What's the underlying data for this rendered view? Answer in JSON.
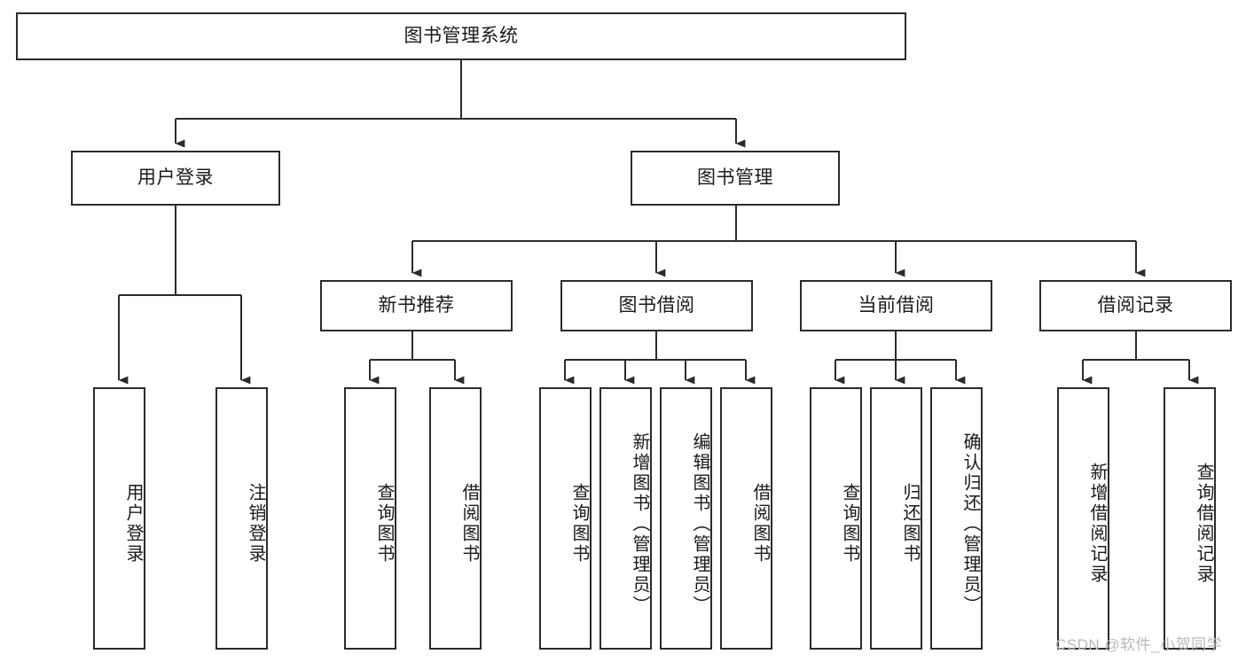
{
  "diagram": {
    "type": "tree",
    "title": "图书管理系统",
    "colors": {
      "box_border": "#2b2b2b",
      "box_fill": "#ffffff",
      "edge": "#2b2b2b",
      "text": "#1a1a1a",
      "watermark": "#b9b9b9",
      "background": "#ffffff"
    },
    "levels": {
      "root": {
        "label": "图书管理系统"
      },
      "level2": [
        {
          "id": "user-login",
          "label": "用户登录"
        },
        {
          "id": "book-manage",
          "label": "图书管理"
        }
      ],
      "level3": [
        {
          "id": "new-book-recommend",
          "label": "新书推荐",
          "parent": "book-manage"
        },
        {
          "id": "book-borrow",
          "label": "图书借阅",
          "parent": "book-manage"
        },
        {
          "id": "current-borrow",
          "label": "当前借阅",
          "parent": "book-manage"
        },
        {
          "id": "borrow-record",
          "label": "借阅记录",
          "parent": "book-manage"
        }
      ],
      "leaves": [
        {
          "id": "leaf-user-login",
          "label": "用户登录",
          "parent": "user-login"
        },
        {
          "id": "leaf-user-logout",
          "label": "注销登录",
          "parent": "user-login"
        },
        {
          "id": "leaf-query-book-1",
          "label": "查询图书",
          "parent": "new-book-recommend"
        },
        {
          "id": "leaf-borrow-book-1",
          "label": "借阅图书",
          "parent": "new-book-recommend"
        },
        {
          "id": "leaf-query-book-2",
          "label": "查询图书",
          "parent": "book-borrow"
        },
        {
          "id": "leaf-add-book",
          "label": "新增图书（管理员）",
          "parent": "book-borrow"
        },
        {
          "id": "leaf-edit-book",
          "label": "编辑图书（管理员）",
          "parent": "book-borrow"
        },
        {
          "id": "leaf-borrow-book-2",
          "label": "借阅图书",
          "parent": "book-borrow"
        },
        {
          "id": "leaf-query-book-3",
          "label": "查询图书",
          "parent": "current-borrow"
        },
        {
          "id": "leaf-return-book",
          "label": "归还图书",
          "parent": "current-borrow"
        },
        {
          "id": "leaf-confirm-return",
          "label": "确认归还（管理员）",
          "parent": "current-borrow"
        },
        {
          "id": "leaf-add-record",
          "label": "新增借阅记录",
          "parent": "borrow-record"
        },
        {
          "id": "leaf-query-record",
          "label": "查询借阅记录",
          "parent": "borrow-record"
        }
      ]
    }
  },
  "watermark": {
    "text": "CSDN @软件_小贺同学"
  }
}
